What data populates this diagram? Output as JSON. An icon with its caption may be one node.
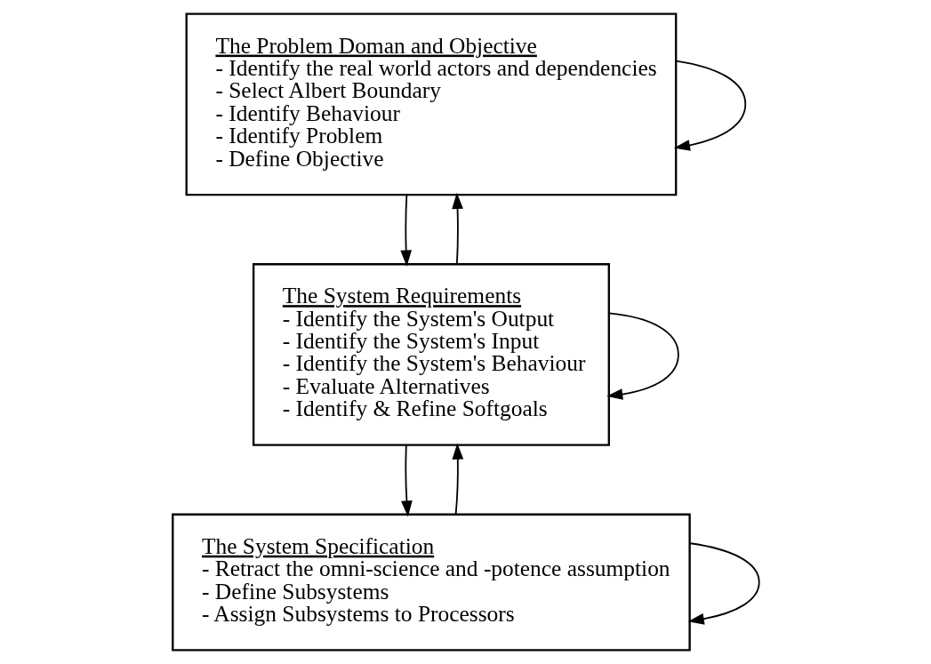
{
  "diagram": {
    "nodes": [
      {
        "text": [
          "The Problem Doman and Objective",
          "- Identify the real world actors and dependencies",
          "- Select Albert Boundary",
          "- Identify Behaviour",
          "- Identify Problem",
          "- Define Objective"
        ]
      },
      {
        "text": [
          "The System Requirements",
          "- Identify the System's Output",
          "- Identify the System's Input",
          "- Identify the System's Behaviour",
          "- Evaluate Alternatives",
          "- Identify & Refine Softgoals"
        ]
      },
      {
        "text": [
          "The System Specification",
          "- Retract the omni-science and -potence assumption",
          "- Define Subsystems",
          "- Assign Subsystems to Processors"
        ]
      }
    ],
    "edges": [
      {
        "from": 0,
        "to": 0,
        "arrow": "to"
      },
      {
        "from": 0,
        "to": 1,
        "arrow": "to"
      },
      {
        "from": 1,
        "to": 0,
        "arrow": "to"
      },
      {
        "from": 1,
        "to": 1,
        "arrow": "to"
      },
      {
        "from": 1,
        "to": 2,
        "arrow": "to"
      },
      {
        "from": 2,
        "to": 1,
        "arrow": "to"
      },
      {
        "from": 2,
        "to": 2,
        "arrow": "to"
      }
    ]
  }
}
